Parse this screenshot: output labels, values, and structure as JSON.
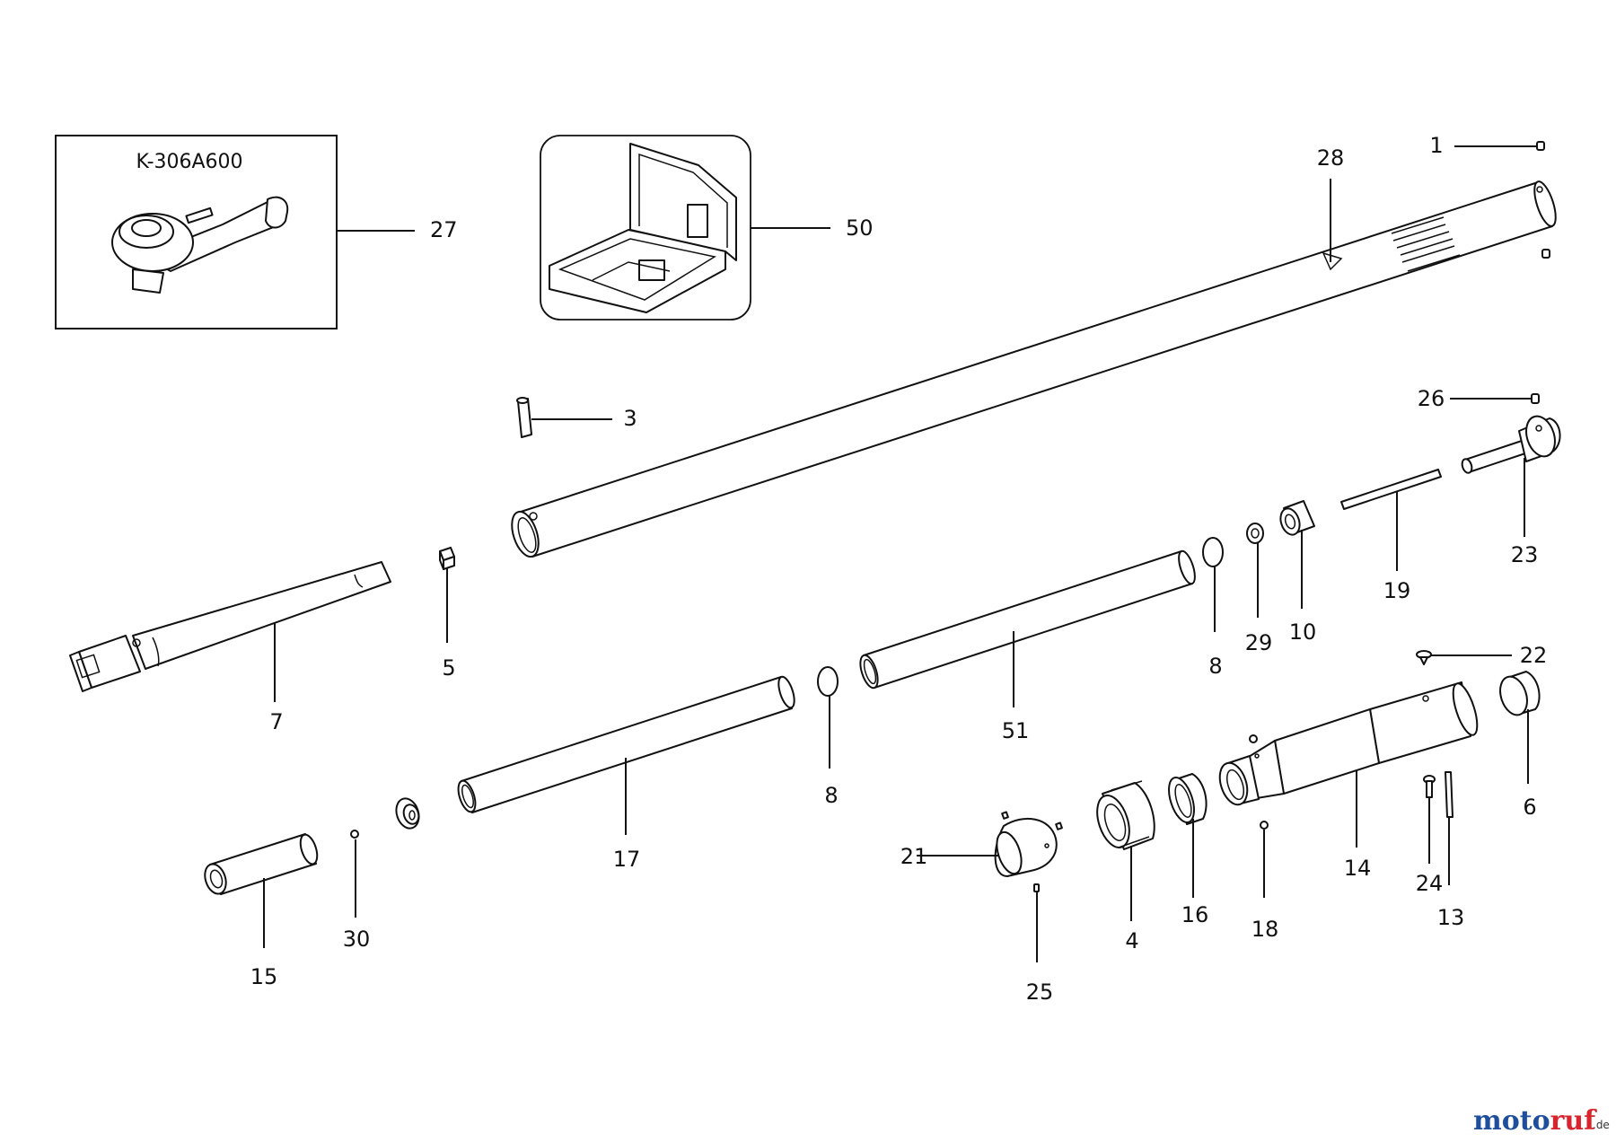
{
  "diagram": {
    "inset_model_label": "K-306A600",
    "callouts": {
      "c1": "1",
      "c3": "3",
      "c4": "4",
      "c5": "5",
      "c6": "6",
      "c7": "7",
      "c8a": "8",
      "c8b": "8",
      "c10": "10",
      "c13": "13",
      "c14": "14",
      "c15": "15",
      "c16": "16",
      "c17": "17",
      "c18": "18",
      "c19": "19",
      "c21": "21",
      "c22": "22",
      "c23": "23",
      "c24": "24",
      "c25": "25",
      "c26": "26",
      "c27": "27",
      "c28": "28",
      "c29": "29",
      "c30": "30",
      "c50": "50",
      "c51": "51"
    }
  },
  "watermark": {
    "brand": "motoruf",
    "suffix": ".de",
    "colors": [
      "#d9232d",
      "#1f4e9c"
    ]
  }
}
